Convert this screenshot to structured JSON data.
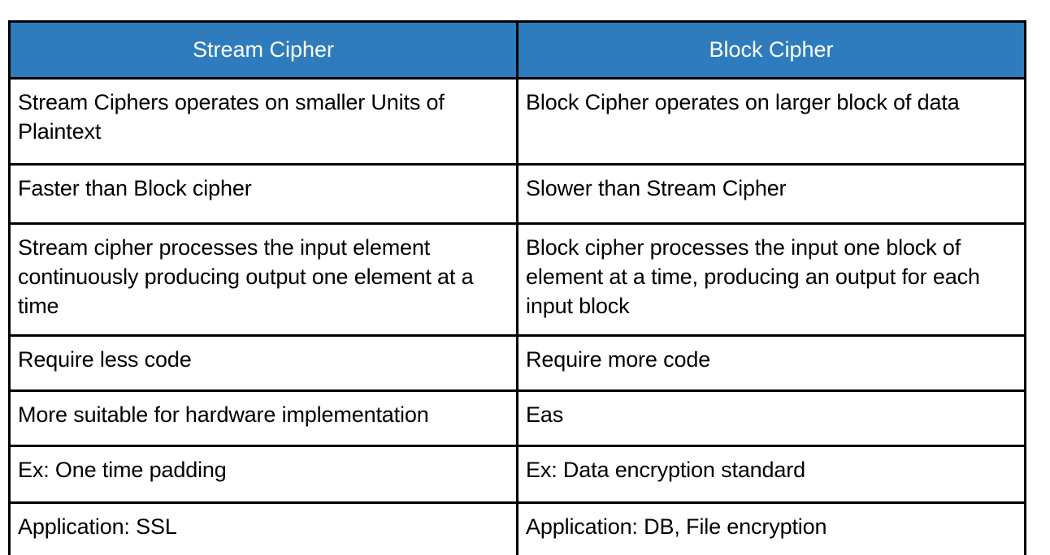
{
  "table": {
    "accent_color": "#2E7CBE",
    "header_text_color": "#FFFFFF",
    "border_color": "#000000",
    "columns": [
      {
        "label": "Stream Cipher"
      },
      {
        "label": "Block Cipher"
      }
    ],
    "rows": [
      {
        "left": "Stream Ciphers operates on smaller Units of Plaintext",
        "right": "Block Cipher operates on larger block of data"
      },
      {
        "left": "Faster than Block cipher",
        "right": "Slower than Stream Cipher"
      },
      {
        "left": "Stream cipher processes the input element continuously producing output one element at a time",
        "right": "Block cipher processes the input one block of element at a time, producing an output for each input block"
      },
      {
        "left": "Require less code",
        "right": "Require more code"
      },
      {
        "left": "More suitable for hardware implementation",
        "right": "Eas"
      },
      {
        "left": "Ex: One time padding",
        "right": "Ex: Data encryption standard"
      },
      {
        "left": "Application: SSL",
        "right": "Application: DB, File encryption"
      }
    ]
  }
}
